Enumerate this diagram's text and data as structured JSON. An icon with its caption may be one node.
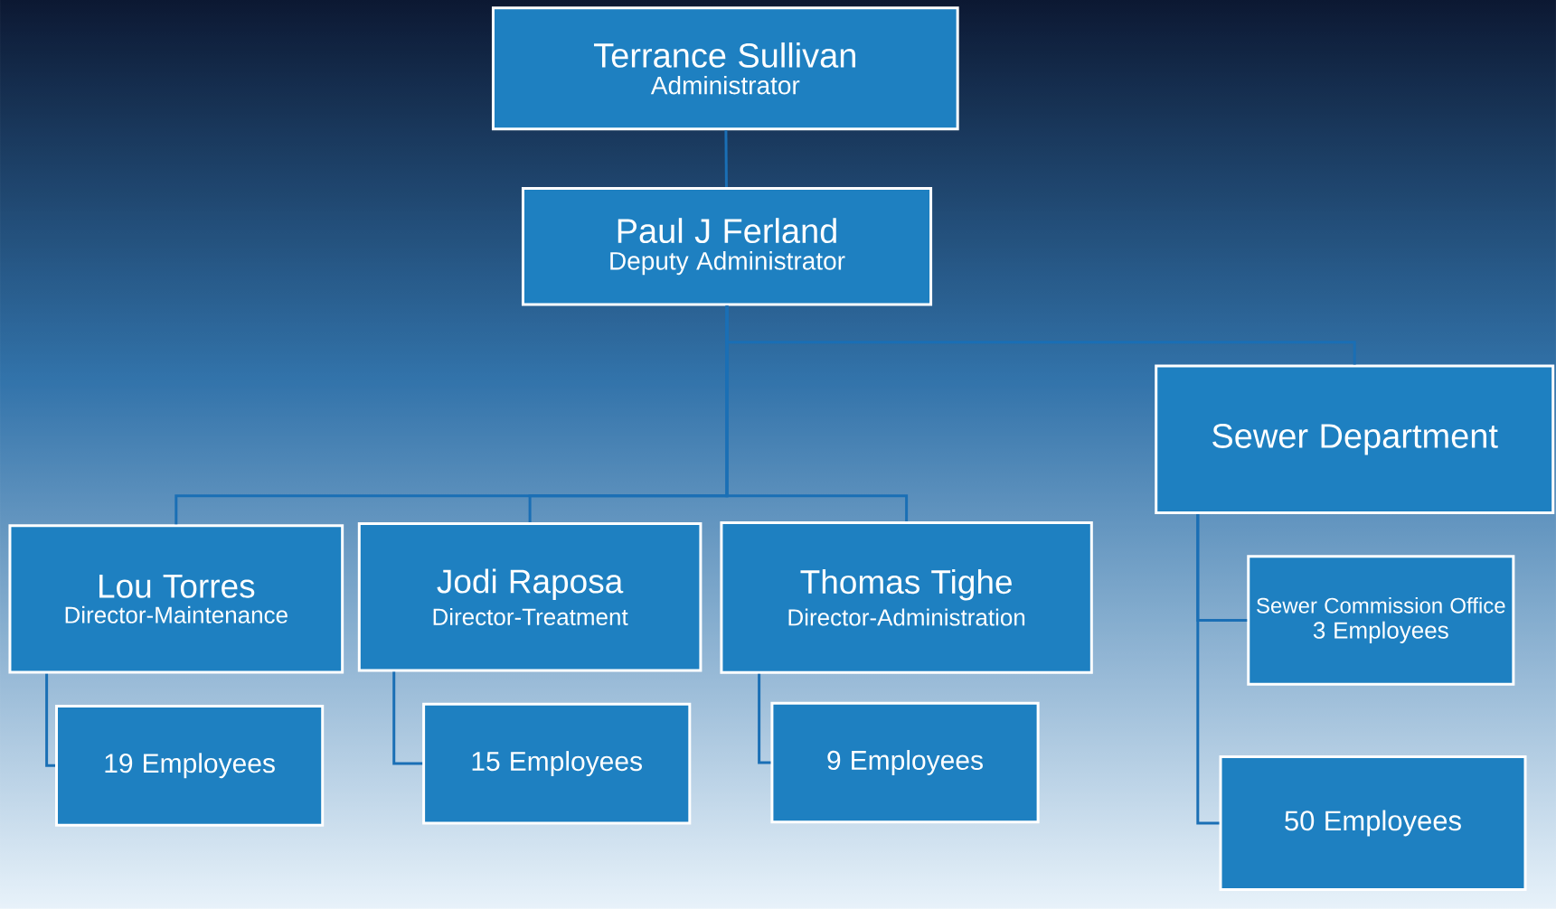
{
  "diagram": {
    "nodes": [
      {
        "text": [
          "Terrance Sullivan",
          "Administrator"
        ]
      },
      {
        "text": [
          "Paul J Ferland",
          "Deputy Administrator"
        ]
      },
      {
        "text": [
          "Sewer Department"
        ]
      },
      {
        "text": [
          "Lou Torres",
          "Director-Maintenance"
        ]
      },
      {
        "text": [
          "Jodi Raposa",
          "Director-Treatment"
        ]
      },
      {
        "text": [
          "Thomas Tighe",
          "Director-Administration"
        ]
      },
      {
        "text": [
          "19 Employees"
        ]
      },
      {
        "text": [
          "15 Employees"
        ]
      },
      {
        "text": [
          "9 Employees"
        ]
      },
      {
        "text": [
          "Sewer Commission Office",
          "3 Employees"
        ]
      },
      {
        "text": [
          "50 Employees"
        ]
      }
    ],
    "edges": [
      {
        "from": 0,
        "to": 1,
        "arrow": "none"
      },
      {
        "from": 1,
        "to": 2,
        "arrow": "none"
      },
      {
        "from": 1,
        "to": 3,
        "arrow": "none"
      },
      {
        "from": 1,
        "to": 4,
        "arrow": "none"
      },
      {
        "from": 1,
        "to": 5,
        "arrow": "none"
      },
      {
        "from": 3,
        "to": 6,
        "arrow": "none"
      },
      {
        "from": 4,
        "to": 7,
        "arrow": "none"
      },
      {
        "from": 5,
        "to": 8,
        "arrow": "none"
      },
      {
        "from": 2,
        "to": 9,
        "arrow": "none"
      },
      {
        "from": 2,
        "to": 10,
        "arrow": "none"
      }
    ]
  }
}
